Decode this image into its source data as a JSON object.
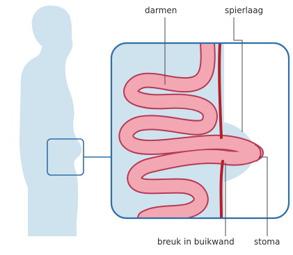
{
  "labels": {
    "darmen": "darmen",
    "spierlaag": "spierlaag",
    "breuk": "breuk in buikwand",
    "stoma": "stoma"
  },
  "colors": {
    "silhouette": "#cfe3ee",
    "frame": "#2f6fa8",
    "intestine_fill": "#f2a7b2",
    "intestine_stroke": "#b63a55",
    "muscle": "#b51f2a",
    "leader": "#4a4a4a"
  },
  "icons": {
    "figure": "human-silhouette-icon"
  }
}
